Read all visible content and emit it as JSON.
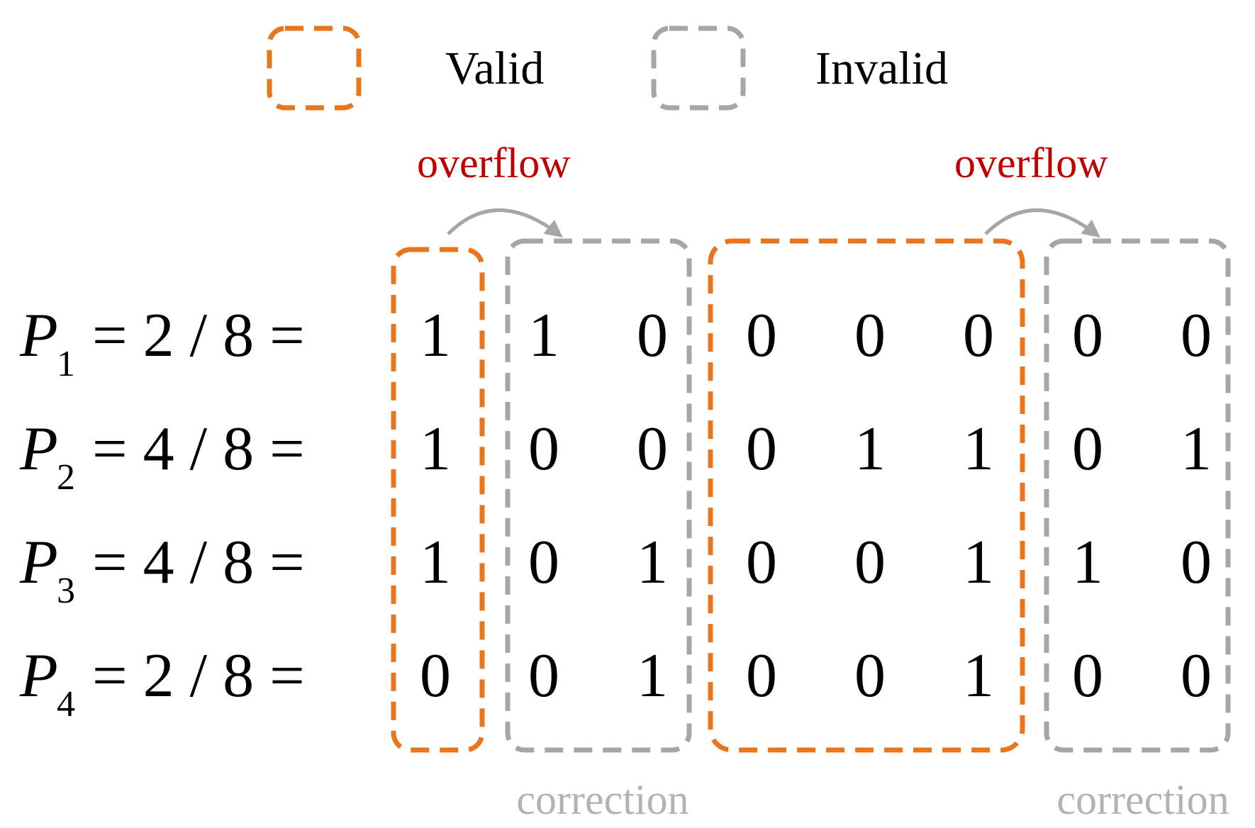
{
  "legend": {
    "valid_label": "Valid",
    "invalid_label": "Invalid"
  },
  "colors": {
    "valid": "#e8761e",
    "invalid": "#a6a6a6",
    "overflow": "#c00000",
    "correction": "#b3b3b3",
    "text": "#000000"
  },
  "annotations": {
    "overflow_left": "overflow",
    "overflow_right": "overflow",
    "correction_left": "correction",
    "correction_right": "correction"
  },
  "rows": [
    {
      "var": "P",
      "sub": "1",
      "expr": "= 2 / 8 =",
      "bits": [
        "1",
        "1",
        "0",
        "0",
        "0",
        "0",
        "0",
        "0"
      ]
    },
    {
      "var": "P",
      "sub": "2",
      "expr": "= 4 / 8 =",
      "bits": [
        "1",
        "0",
        "0",
        "0",
        "1",
        "1",
        "0",
        "1"
      ]
    },
    {
      "var": "P",
      "sub": "3",
      "expr": "= 4 / 8 =",
      "bits": [
        "1",
        "0",
        "1",
        "0",
        "0",
        "1",
        "1",
        "0"
      ]
    },
    {
      "var": "P",
      "sub": "4",
      "expr": "= 2 / 8 =",
      "bits": [
        "0",
        "0",
        "1",
        "0",
        "0",
        "1",
        "0",
        "0"
      ]
    }
  ],
  "groups": [
    {
      "kind": "valid",
      "columns": [
        0
      ]
    },
    {
      "kind": "invalid",
      "columns": [
        1,
        2
      ]
    },
    {
      "kind": "valid",
      "columns": [
        3,
        4,
        5
      ]
    },
    {
      "kind": "invalid",
      "columns": [
        6,
        7
      ]
    }
  ]
}
